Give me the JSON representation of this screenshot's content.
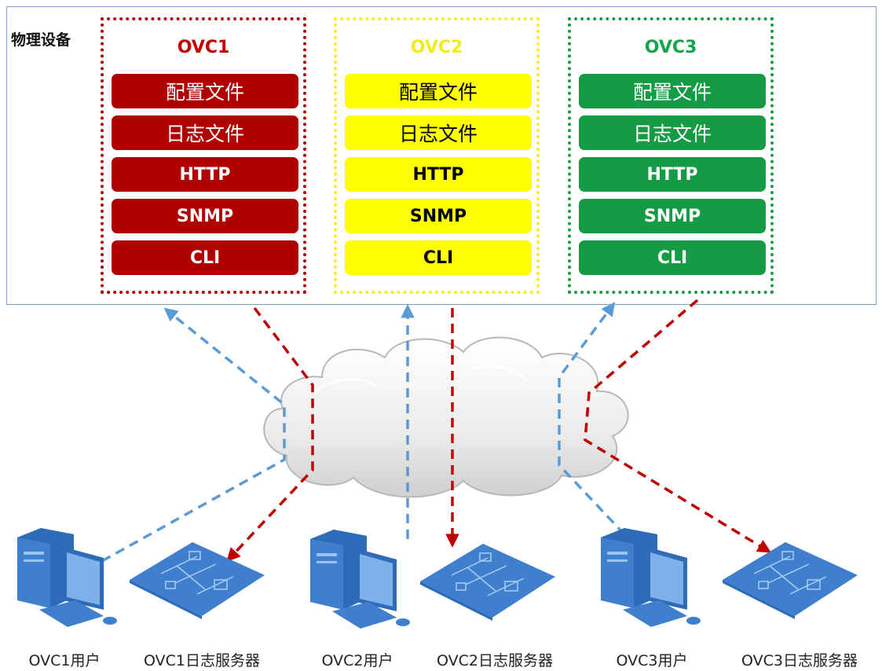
{
  "physical": {
    "title": "物理设备"
  },
  "ovcs": [
    {
      "name": "OVC1",
      "color": "#b00000",
      "text_color": "#ffffff",
      "title_color": "#c00000",
      "items": [
        "配置文件",
        "日志文件",
        "HTTP",
        "SNMP",
        "CLI"
      ]
    },
    {
      "name": "OVC2",
      "color": "#ffff00",
      "text_color": "#000000",
      "title_color": "#f2ec1a",
      "items": [
        "配置文件",
        "日志文件",
        "HTTP",
        "SNMP",
        "CLI"
      ]
    },
    {
      "name": "OVC3",
      "color": "#169b45",
      "text_color": "#ffffff",
      "title_color": "#12a54b",
      "items": [
        "配置文件",
        "日志文件",
        "HTTP",
        "SNMP",
        "CLI"
      ]
    }
  ],
  "devices": [
    {
      "label": "OVC1用户",
      "icon": "desktop-computer-icon"
    },
    {
      "label": "OVC1日志服务器",
      "icon": "network-server-icon"
    },
    {
      "label": "OVC2用户",
      "icon": "desktop-computer-icon"
    },
    {
      "label": "OVC2日志服务器",
      "icon": "network-server-icon"
    },
    {
      "label": "OVC3用户",
      "icon": "desktop-computer-icon"
    },
    {
      "label": "OVC3日志服务器",
      "icon": "network-server-icon"
    }
  ],
  "colors": {
    "user_traffic": "#5b9bd5",
    "log_traffic": "#c00000",
    "frame_border": "#7fa3c8",
    "cloud": "#e6e6e6",
    "device_blue": "#3f7fce"
  }
}
